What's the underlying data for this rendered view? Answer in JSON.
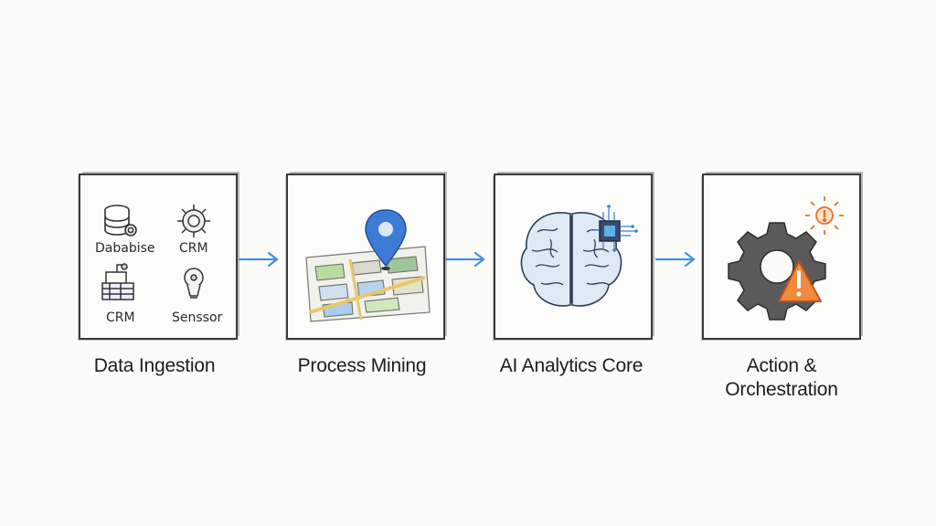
{
  "stages": [
    {
      "label": "Data Ingestion",
      "icon": "data-sources-icon",
      "sources": [
        {
          "label": "Dababise",
          "icon": "database-icon"
        },
        {
          "label": "CRM",
          "icon": "gear-cog-icon"
        },
        {
          "label": "CRM",
          "icon": "crane-icon"
        },
        {
          "label": "Senssor",
          "icon": "bulb-sensor-icon"
        }
      ]
    },
    {
      "label": "Process Mining",
      "icon": "map-pin-icon"
    },
    {
      "label": "AI Analytics Core",
      "icon": "brain-chip-icon"
    },
    {
      "label": "Action & Orchestration",
      "label_line1": "Action &",
      "label_line2": "Orchestration",
      "icon": "gear-warning-icon"
    }
  ],
  "colors": {
    "arrow": "#4a90d9",
    "pin": "#3d7bd6",
    "warning": "#e8702a",
    "gear": "#555555"
  }
}
